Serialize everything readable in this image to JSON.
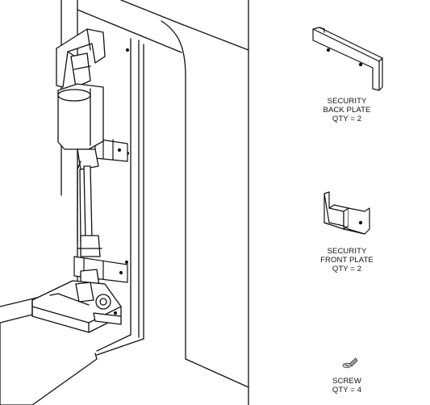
{
  "parts": {
    "back_plate": {
      "name_line1": "SECURITY",
      "name_line2": "BACK PLATE",
      "qty": "QTY = 2"
    },
    "front_plate": {
      "name_line1": "SECURITY",
      "name_line2": "FRONT PLATE",
      "qty": "QTY = 2"
    },
    "screw": {
      "name": "SCREW",
      "qty": "QTY = 4"
    }
  },
  "colors": {
    "line": "#111111",
    "shade_dark": "#555555",
    "shade_mid": "#9a9a9a",
    "shade_light": "#d9d9d9",
    "background": "#ffffff"
  }
}
